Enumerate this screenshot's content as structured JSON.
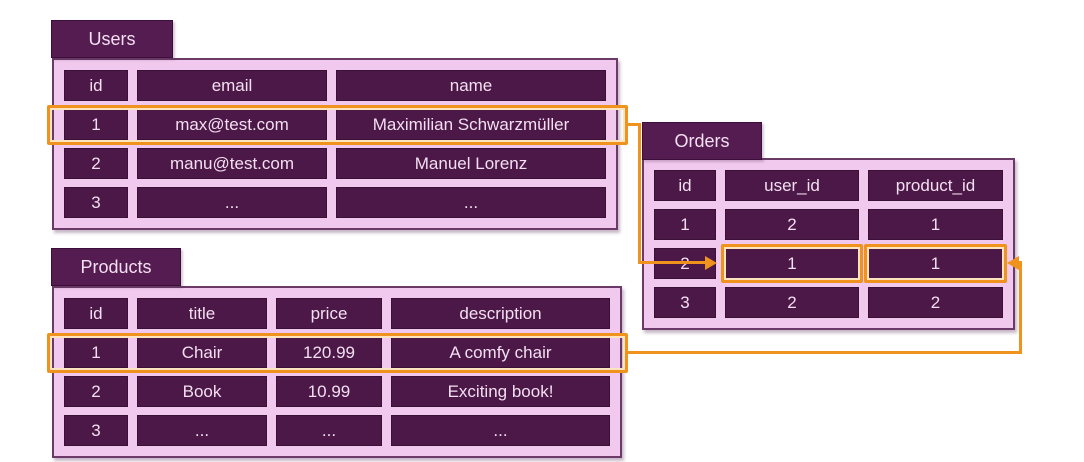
{
  "users": {
    "title": "Users",
    "columns": [
      "id",
      "email",
      "name"
    ],
    "rows": [
      [
        "1",
        "max@test.com",
        "Maximilian Schwarzmüller"
      ],
      [
        "2",
        "manu@test.com",
        "Manuel Lorenz"
      ],
      [
        "3",
        "...",
        "..."
      ]
    ]
  },
  "products": {
    "title": "Products",
    "columns": [
      "id",
      "title",
      "price",
      "description"
    ],
    "rows": [
      [
        "1",
        "Chair",
        "120.99",
        "A comfy chair"
      ],
      [
        "2",
        "Book",
        "10.99",
        "Exciting book!"
      ],
      [
        "3",
        "...",
        "...",
        "..."
      ]
    ]
  },
  "orders": {
    "title": "Orders",
    "columns": [
      "id",
      "user_id",
      "product_id"
    ],
    "rows": [
      [
        "1",
        "2",
        "1"
      ],
      [
        "2",
        "1",
        "1"
      ],
      [
        "3",
        "2",
        "2"
      ]
    ]
  },
  "relations": [
    {
      "from": "Users row id=1",
      "to": "Orders row id=2 user_id=1"
    },
    {
      "from": "Products row id=1",
      "to": "Orders row id=2 product_id=1"
    }
  ],
  "colors": {
    "cell_purple": "#4b1848",
    "tab_purple": "#541c50",
    "table_pink": "#f1c9ee",
    "table_border": "#6c3a68",
    "highlight_orange": "#f0921e",
    "highlight_inner_stroke": "#fce4be",
    "text_light": "#f3dff1",
    "background": "#ffffff"
  }
}
